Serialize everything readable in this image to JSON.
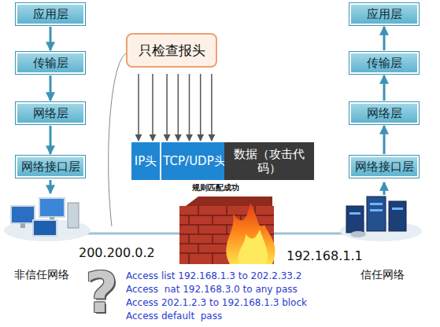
{
  "diagram": {
    "nodes": [
      {
        "text": [
          "应用层"
        ]
      },
      {
        "text": [
          "传输层"
        ]
      },
      {
        "text": [
          "网络层"
        ]
      },
      {
        "text": [
          "网络接口层"
        ]
      },
      {
        "text": [
          "应用层"
        ]
      },
      {
        "text": [
          "传输层"
        ]
      },
      {
        "text": [
          "网络层"
        ]
      },
      {
        "text": [
          "网络接口层"
        ]
      },
      {
        "text": [
          "只检查报头"
        ]
      },
      {
        "text": [
          "IP头"
        ]
      },
      {
        "text": [
          "TCP/UDP头"
        ]
      },
      {
        "text": [
          "数据（攻击代码）"
        ]
      }
    ],
    "edges": [
      {
        "from": 0,
        "to": 1,
        "arrow": "to"
      },
      {
        "from": 1,
        "to": 2,
        "arrow": "to"
      },
      {
        "from": 2,
        "to": 3,
        "arrow": "to"
      },
      {
        "from": 7,
        "to": 6,
        "arrow": "to"
      },
      {
        "from": 6,
        "to": 5,
        "arrow": "to"
      },
      {
        "from": 5,
        "to": 4,
        "arrow": "to"
      },
      {
        "from": 8,
        "to": 9,
        "arrow": "to"
      },
      {
        "from": 8,
        "to": 10,
        "arrow": "to"
      }
    ],
    "labels": [
      "规则匹配成功",
      "200.200.0.2",
      "192.168.1.1",
      "非信任网络",
      "信任网络",
      "?",
      "Access list 192.168.1.3 to 202.2.33.2",
      "Access  nat 192.168.3.0 to any pass",
      "Access 202.1.2.3 to 192.168.1.3 block",
      "Access default  pass"
    ]
  }
}
